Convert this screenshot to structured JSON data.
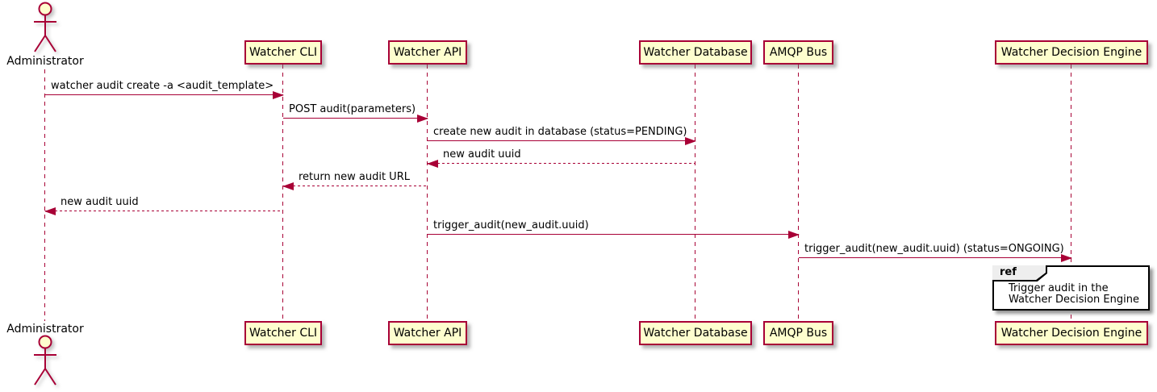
{
  "diagram_type": "uml-sequence-diagram",
  "colors": {
    "participant_fill": "#FEFECE",
    "participant_border": "#A80036",
    "line": "#A80036",
    "text": "#000000",
    "ref_fill": "#FFFFFF",
    "ref_border": "#000000",
    "ref_tab_fill": "#EEEEEE",
    "background": "#FFFFFF"
  },
  "actor": {
    "name": "Administrator"
  },
  "participants": [
    {
      "label": "Watcher CLI"
    },
    {
      "label": "Watcher API"
    },
    {
      "label": "Watcher Database"
    },
    {
      "label": "AMQP Bus"
    },
    {
      "label": "Watcher Decision Engine"
    }
  ],
  "messages": [
    {
      "from": "Administrator",
      "to": "Watcher CLI",
      "text": "watcher audit create -a <audit_template>",
      "line": "solid",
      "direction": "right"
    },
    {
      "from": "Watcher CLI",
      "to": "Watcher API",
      "text": "POST audit(parameters)",
      "line": "solid",
      "direction": "right"
    },
    {
      "from": "Watcher API",
      "to": "Watcher Database",
      "text": "create new audit in database (status=PENDING)",
      "line": "solid",
      "direction": "right"
    },
    {
      "from": "Watcher Database",
      "to": "Watcher API",
      "text": "new audit uuid",
      "line": "dotted",
      "direction": "left"
    },
    {
      "from": "Watcher API",
      "to": "Watcher CLI",
      "text": "return new audit URL",
      "line": "dotted",
      "direction": "left"
    },
    {
      "from": "Watcher CLI",
      "to": "Administrator",
      "text": "new audit uuid",
      "line": "dotted",
      "direction": "left"
    },
    {
      "from": "Watcher API",
      "to": "AMQP Bus",
      "text": "trigger_audit(new_audit.uuid)",
      "line": "solid",
      "direction": "right"
    },
    {
      "from": "AMQP Bus",
      "to": "Watcher Decision Engine",
      "text": "trigger_audit(new_audit.uuid) (status=ONGOING)",
      "line": "solid",
      "direction": "right"
    }
  ],
  "ref": {
    "keyword": "ref",
    "text_lines": [
      "Trigger audit in the",
      "Watcher Decision Engine"
    ]
  }
}
